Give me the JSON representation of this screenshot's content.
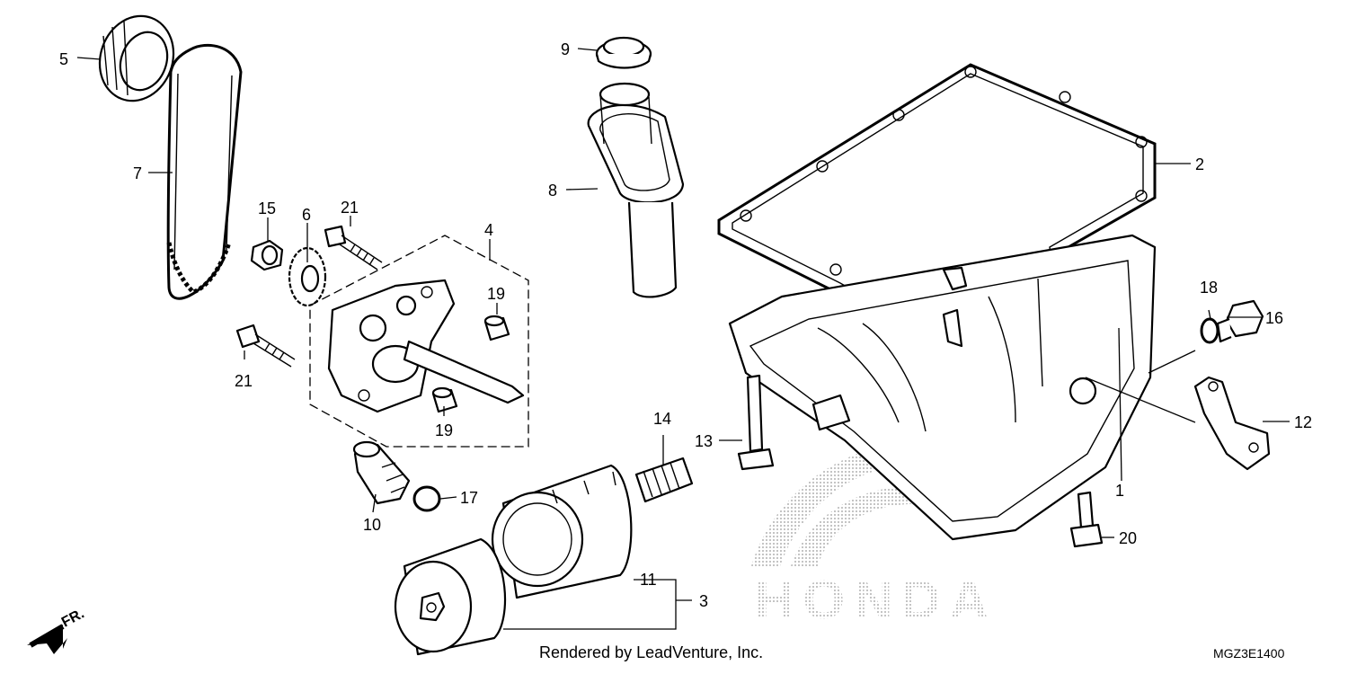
{
  "diagram": {
    "callouts": [
      {
        "id": "c1",
        "text": "1"
      },
      {
        "id": "c2",
        "text": "2"
      },
      {
        "id": "c3",
        "text": "3"
      },
      {
        "id": "c4",
        "text": "4"
      },
      {
        "id": "c5",
        "text": "5"
      },
      {
        "id": "c6",
        "text": "6"
      },
      {
        "id": "c7",
        "text": "7"
      },
      {
        "id": "c8",
        "text": "8"
      },
      {
        "id": "c9",
        "text": "9"
      },
      {
        "id": "c10",
        "text": "10"
      },
      {
        "id": "c11",
        "text": "11"
      },
      {
        "id": "c12",
        "text": "12"
      },
      {
        "id": "c13",
        "text": "13"
      },
      {
        "id": "c14",
        "text": "14"
      },
      {
        "id": "c15",
        "text": "15"
      },
      {
        "id": "c16",
        "text": "16"
      },
      {
        "id": "c17",
        "text": "17"
      },
      {
        "id": "c18",
        "text": "18"
      },
      {
        "id": "c19a",
        "text": "19"
      },
      {
        "id": "c19b",
        "text": "19"
      },
      {
        "id": "c20",
        "text": "20"
      },
      {
        "id": "c21a",
        "text": "21"
      },
      {
        "id": "c21b",
        "text": "21"
      }
    ],
    "direction_label": "FR.",
    "watermark": "HONDA",
    "credit": "Rendered by LeadVenture, Inc.",
    "diagram_code": "MGZ3E1400"
  }
}
